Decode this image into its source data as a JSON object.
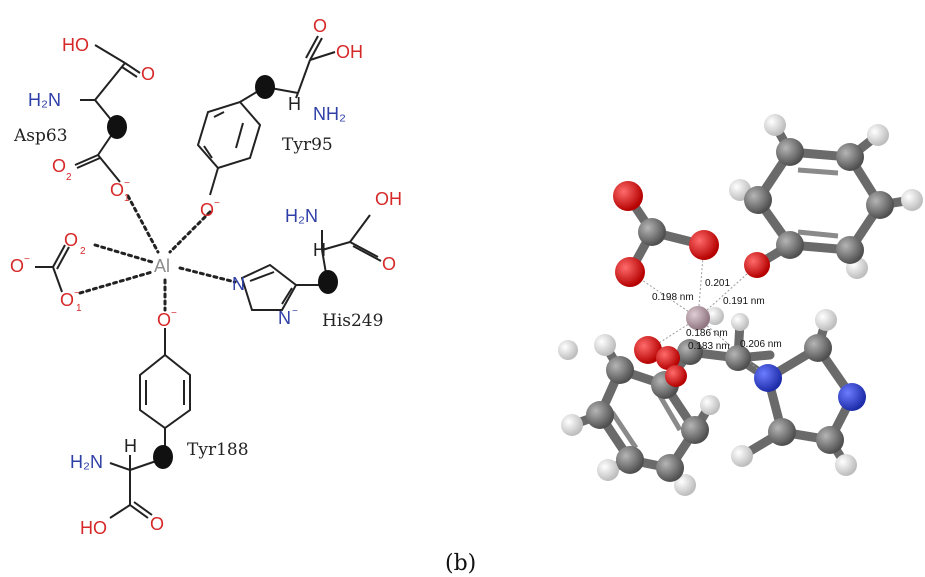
{
  "left_panel": {
    "metal": "Al",
    "residues": {
      "asp": "Asp63",
      "tyr95": "Tyr95",
      "his": "His249",
      "tyr188": "Tyr188"
    },
    "atoms": {
      "asp_oh": "HO",
      "asp_o": "O",
      "asp_nh2": "H₂N",
      "asp_o2": "O",
      "asp_o2_sub": "2",
      "asp_o1": "O",
      "asp_o1_sub": "1",
      "tyr95_oh": "OH",
      "tyr95_o": "O",
      "tyr95_h": "H",
      "tyr95_nh2": "NH₂",
      "tyr95_phenolate": "O",
      "his_nh2": "H₂N",
      "his_h": "H",
      "his_oh": "OH",
      "his_o": "O",
      "his_n1": "N",
      "his_n2": "N",
      "carbonate_o_top": "O",
      "carbonate_o_top_sub": "2",
      "carbonate_o_left": "O",
      "carbonate_o_bot": "O",
      "carbonate_o_bot_sub": "1",
      "tyr188_phenolate": "O",
      "tyr188_nh2": "H₂N",
      "tyr188_h": "H",
      "tyr188_ho": "HO",
      "tyr188_o": "O",
      "charge": "−"
    }
  },
  "right_panel": {
    "distances": [
      "0.201",
      "0.198 nm",
      "0.191 nm",
      "0.186 nm",
      "0.183 nm",
      "0.206 nm"
    ]
  },
  "caption": "(b)",
  "colors": {
    "oxygen": "#d62828",
    "nitrogen": "#2f3fa8",
    "carbon": "#6e6e6e",
    "hydrogen": "#f2f2f2",
    "aluminium": "#b39aa3"
  }
}
